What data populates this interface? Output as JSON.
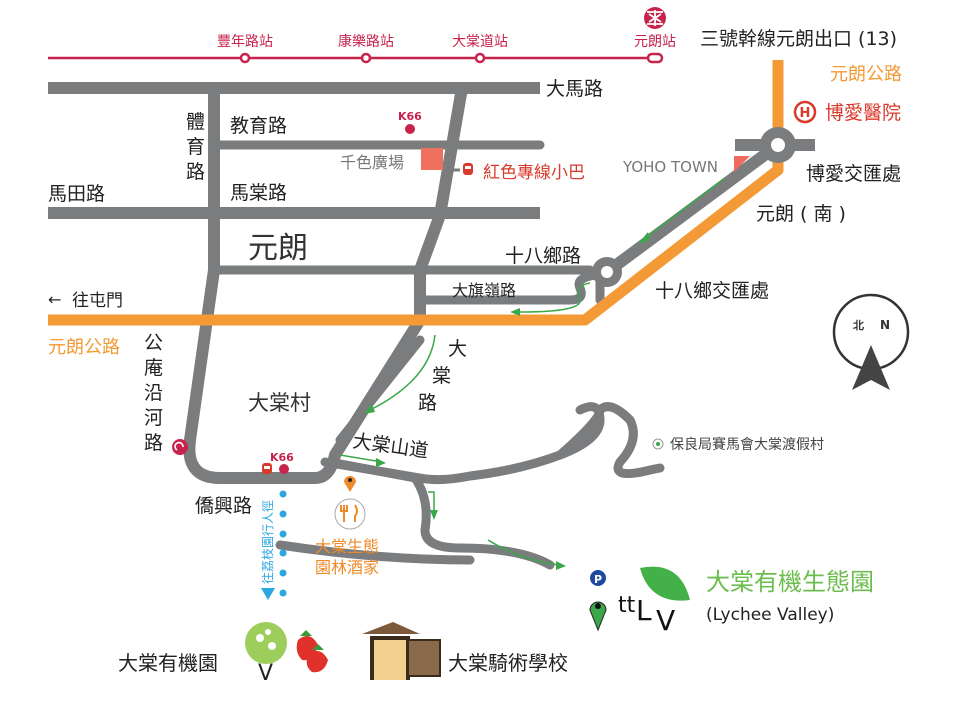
{
  "colors": {
    "road": "#7b7c7e",
    "highway": "#f39a36",
    "mtr": "#c8234c",
    "accent_green": "#6bbd4e",
    "minibus": "#d93a2b",
    "path": "#2ba6e0"
  },
  "mtr": {
    "stations": [
      "豐年路站",
      "康樂路站",
      "大棠道站",
      "元朗站"
    ]
  },
  "labels": {
    "exit": "三號幹線元朗出口 (13)",
    "yuen_long_highway_top": "元朗公路",
    "hospital": "博愛醫院",
    "hospital_icon": "H",
    "tai_ma_road": "大馬路",
    "pok_oi_interchange": "博愛交匯處",
    "yuen_long_south": "元朗 ( 南 )",
    "yoho_town": "YOHO TOWN",
    "tai_yuk_road": [
      "體",
      "育",
      "路"
    ],
    "kau_yuk_road": "教育路",
    "k66_top": "K66",
    "kaleido": "千色廣場",
    "minibus": "紅色專線小巴",
    "ma_tin_road": "馬田路",
    "ma_tong_road": "馬棠路",
    "yuen_long": "元朗",
    "shap_pat_heung_road": "十八鄉路",
    "tai_kei_leng_road": "大旗嶺路",
    "shap_pat_heung_interchange": "十八鄉交匯處",
    "to_tuen_mun": "往屯門",
    "yuen_long_highway_left": "元朗公路",
    "kung_um_road": [
      "公",
      "庵",
      "沿",
      "河",
      "路"
    ],
    "tai_tong_road": [
      "大",
      "棠",
      "路"
    ],
    "tai_tong_village": "大棠村",
    "tai_tong_shan_road": "大棠山道",
    "k66_bottom": "K66",
    "kiu_hing_road": "僑興路",
    "footpath": "往荔枝園行人徑",
    "restaurant": [
      "大棠生態",
      "園林酒家"
    ],
    "po_leung_kuk": "保良局賽馬會大棠渡假村",
    "lychee_valley_cn": "大棠有機生態園",
    "lychee_valley_en": "(Lychee Valley)",
    "logo": "ttLV",
    "parking": "P",
    "organic_farm": "大棠有機園",
    "riding_school": "大棠騎術學校",
    "compass_cn": "北",
    "compass_en": "N"
  }
}
